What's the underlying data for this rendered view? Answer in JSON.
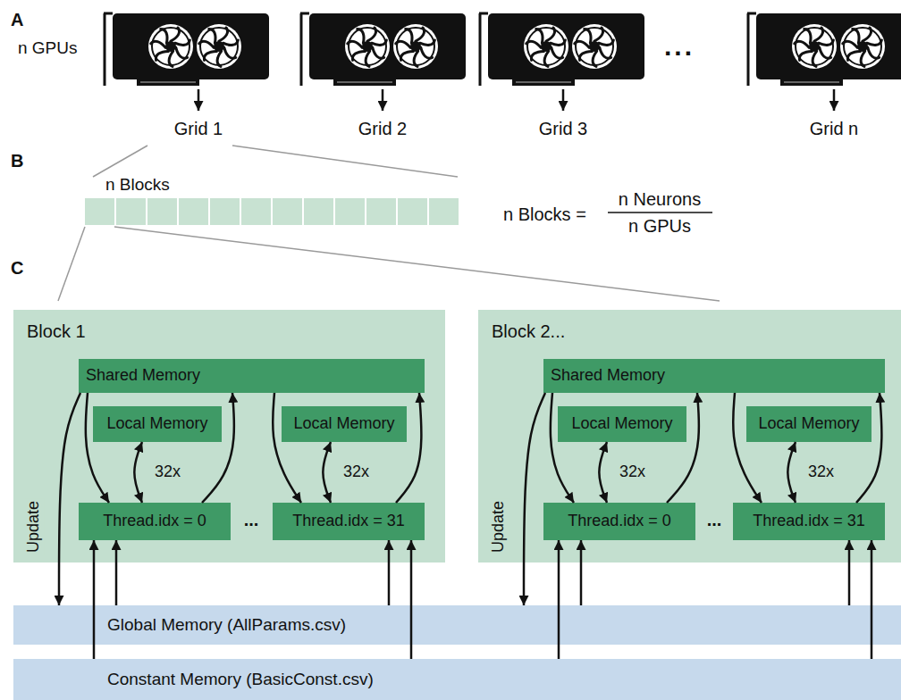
{
  "diagram": {
    "nodes": [
      {
        "text": [
          "Block 1"
        ]
      },
      {
        "text": [
          "Shared Memory"
        ],
        "in": 0
      },
      {
        "text": [
          "Local Memory"
        ],
        "in": 0
      },
      {
        "text": [
          "Local Memory"
        ],
        "in": 0
      },
      {
        "text": [
          "Thread.idx = 0"
        ],
        "in": 0
      },
      {
        "text": [
          "Thread.idx = 31"
        ],
        "in": 0
      },
      {
        "text": [
          "Block 2..."
        ]
      },
      {
        "text": [
          "Shared Memory"
        ],
        "in": 6
      },
      {
        "text": [
          "Local Memory"
        ],
        "in": 6
      },
      {
        "text": [
          "Local Memory"
        ],
        "in": 6
      },
      {
        "text": [
          "Thread.idx = 0"
        ],
        "in": 6
      },
      {
        "text": [
          "Thread.idx = 31"
        ],
        "in": 6
      },
      {
        "text": [
          "Global Memory (AllParams.csv)"
        ]
      },
      {
        "text": [
          "Constant Memory (BasicConst.csv)"
        ]
      }
    ],
    "edges": [
      {
        "from": 1,
        "to": 4,
        "arrow": "to"
      },
      {
        "from": 4,
        "to": 1,
        "arrow": "to"
      },
      {
        "from": 2,
        "to": 4,
        "label": "32x",
        "arrow": "both"
      },
      {
        "from": 1,
        "to": 5,
        "arrow": "to"
      },
      {
        "from": 5,
        "to": 1,
        "arrow": "to"
      },
      {
        "from": 3,
        "to": 5,
        "label": "32x",
        "arrow": "both"
      },
      {
        "from": 12,
        "to": 4,
        "arrow": "to"
      },
      {
        "from": 13,
        "to": 4,
        "arrow": "to"
      },
      {
        "from": 12,
        "to": 5,
        "arrow": "to"
      },
      {
        "from": 13,
        "to": 5,
        "arrow": "to"
      },
      {
        "from": 1,
        "to": 12,
        "label": "Update",
        "arrow": "to"
      },
      {
        "from": 7,
        "to": 10,
        "arrow": "to"
      },
      {
        "from": 10,
        "to": 7,
        "arrow": "to"
      },
      {
        "from": 8,
        "to": 10,
        "label": "32x",
        "arrow": "both"
      },
      {
        "from": 7,
        "to": 11,
        "arrow": "to"
      },
      {
        "from": 11,
        "to": 7,
        "arrow": "to"
      },
      {
        "from": 9,
        "to": 11,
        "label": "32x",
        "arrow": "both"
      },
      {
        "from": 12,
        "to": 10,
        "arrow": "to"
      },
      {
        "from": 13,
        "to": 10,
        "arrow": "to"
      },
      {
        "from": 12,
        "to": 11,
        "arrow": "to"
      },
      {
        "from": 13,
        "to": 11,
        "arrow": "to"
      },
      {
        "from": 7,
        "to": 12,
        "label": "Update",
        "arrow": "to"
      }
    ],
    "labels": [
      "A",
      "n GPUs",
      "Grid 1",
      "Grid 2",
      "Grid 3",
      "...",
      "Grid n",
      "B",
      "n Blocks",
      "n Blocks =",
      "n Neurons",
      "n GPUs",
      "C",
      "...",
      "..."
    ]
  }
}
